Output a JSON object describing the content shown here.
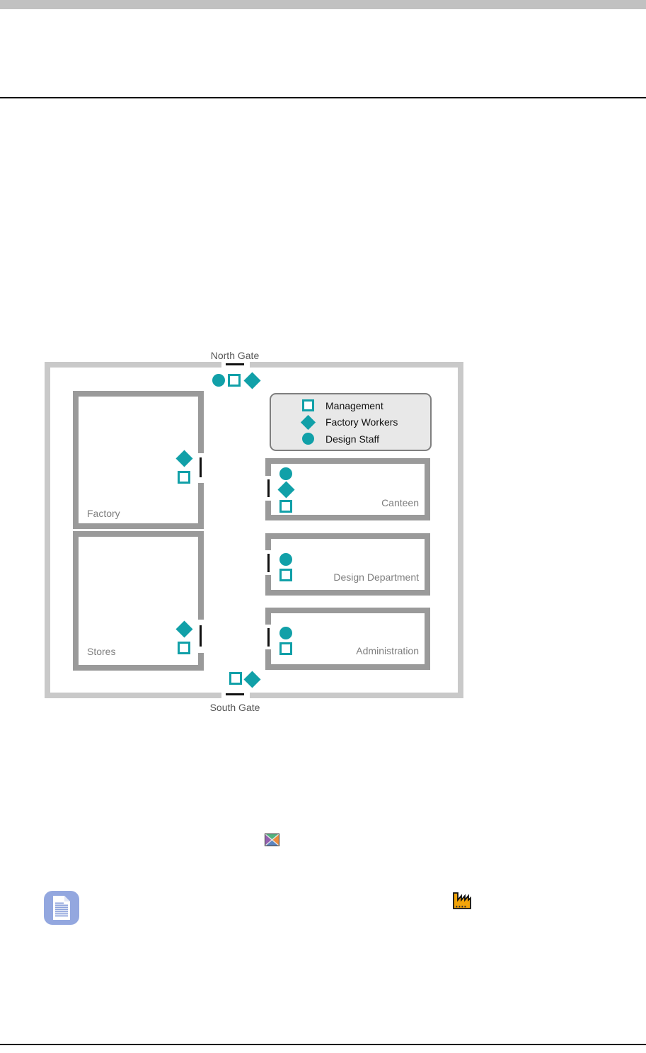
{
  "figure": {
    "gates": {
      "north": {
        "label": "North Gate",
        "symbols": [
          "design-staff",
          "management",
          "factory-workers"
        ]
      },
      "south": {
        "label": "South Gate",
        "symbols": [
          "management",
          "factory-workers"
        ]
      }
    },
    "legend": {
      "items": [
        {
          "symbol": "management-square",
          "label": "Management"
        },
        {
          "symbol": "factory-workers-diamond",
          "label": "Factory Workers"
        },
        {
          "symbol": "design-staff-circle",
          "label": "Design Staff"
        }
      ]
    },
    "rooms": [
      {
        "label": "Factory",
        "door_symbols": [
          "factory-workers",
          "management"
        ]
      },
      {
        "label": "Stores",
        "door_symbols": [
          "factory-workers",
          "management"
        ]
      },
      {
        "label": "Canteen",
        "door_symbols": [
          "design-staff",
          "factory-workers",
          "management"
        ]
      },
      {
        "label": "Design Department",
        "door_symbols": [
          "design-staff",
          "management"
        ]
      },
      {
        "label": "Administration",
        "door_symbols": [
          "design-staff",
          "management"
        ]
      }
    ],
    "colors": {
      "symbol_teal": "#11A0A8",
      "site_boundary_gray": "#C9C9C9",
      "room_wall_gray": "#9A9A9A",
      "legend_background": "#E8E8E8",
      "legend_border": "#7F7F7F",
      "room_label_gray": "#7E7E7E",
      "gate_label_gray": "#555555",
      "door_marker": "#111111"
    }
  },
  "icons": {
    "divider": {
      "name": "quad-triangle-icon",
      "colors": {
        "top": "#50B27E",
        "right": "#EE8B3B",
        "bottom": "#5C85C0",
        "left": "#935FB0"
      }
    },
    "note": {
      "name": "document-icon",
      "color": "#93A7DF"
    },
    "factory": {
      "name": "factory-icon",
      "color": "#F2A40A"
    }
  }
}
